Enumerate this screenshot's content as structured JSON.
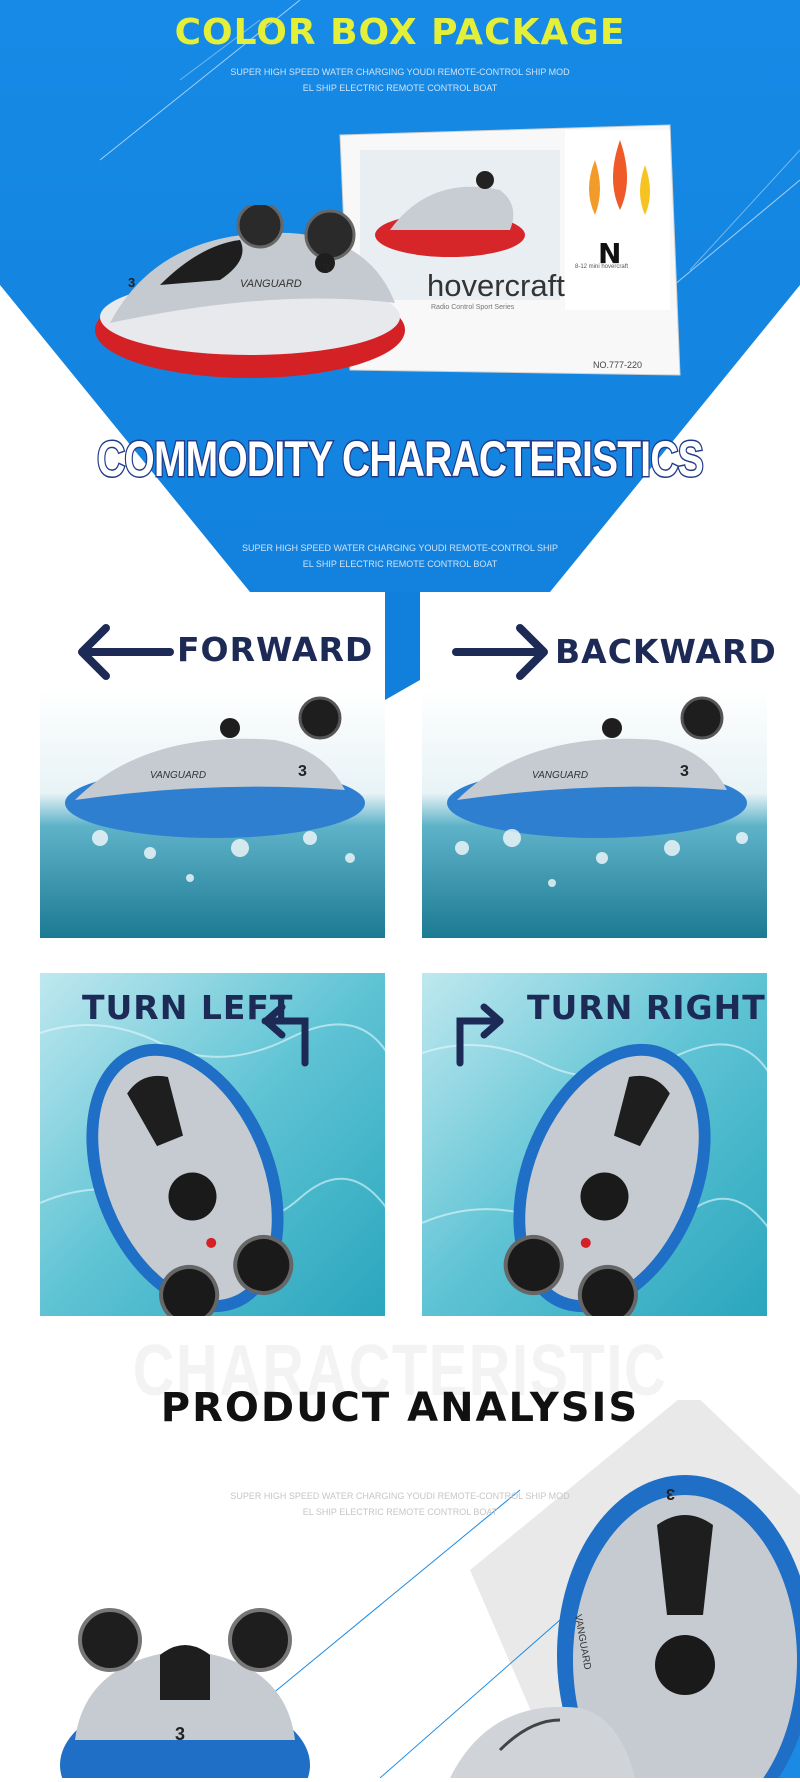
{
  "header": {
    "title": "COLOR BOX PACKAGE",
    "subtitle_line1": "SUPER HIGH SPEED WATER CHARGING YOUDI REMOTE-CONTROL SHIP MOD",
    "subtitle_line2": "EL SHIP ELECTRIC REMOTE CONTROL BOAT"
  },
  "package_box": {
    "brand": "hovercraft",
    "tagline": "Radio Control Sport Series",
    "model_no": "NO.777-220",
    "age_small": "8-12 mini hovercraft",
    "letter": "N"
  },
  "boat_hull_text": "VANGUARD",
  "boat_number": "3",
  "characteristics": {
    "title": "COMMODITY CHARACTERISTICS",
    "subtitle_line1": "SUPER HIGH SPEED WATER CHARGING YOUDI REMOTE-CONTROL SHIP",
    "subtitle_line2": "EL SHIP ELECTRIC REMOTE CONTROL BOAT"
  },
  "directions": {
    "forward": "FORWARD",
    "backward": "BACKWARD",
    "turn_left": "TURN LEFT",
    "turn_right": "TURN RIGHT"
  },
  "analysis": {
    "watermark": "CHARACTERISTIC",
    "title": "PRODUCT ANALYSIS",
    "subtitle_line1": "SUPER HIGH SPEED WATER CHARGING YOUDI REMOTE-CONTROL SHIP MOD",
    "subtitle_line2": "EL SHIP ELECTRIC REMOTE CONTROL BOAT"
  },
  "colors": {
    "blue": "#1a8ae4",
    "title_yellow": "#e4ef3a",
    "navy": "#1c2a55"
  }
}
